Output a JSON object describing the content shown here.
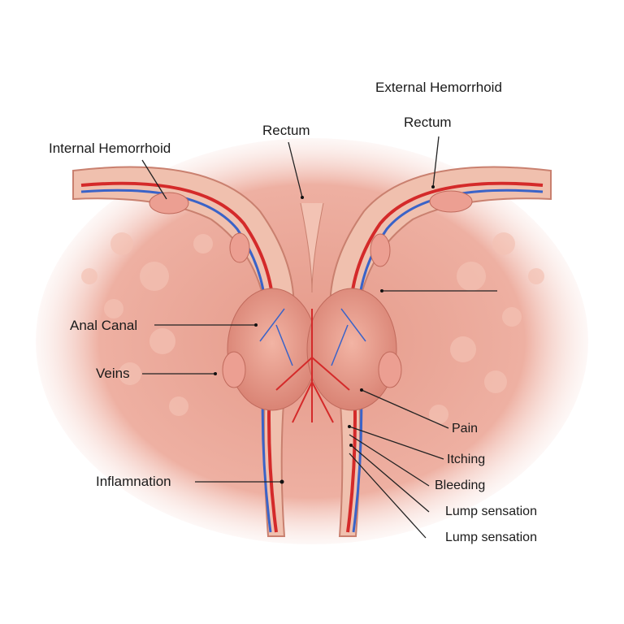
{
  "title": "External Hemorrhoid",
  "labels": {
    "rectum_center": "Rectum",
    "rectum_right": "Rectum",
    "internal_hemorrhoid": "Internal Hemorrhoid",
    "anal_canal": "Anal Canal",
    "veins": "Veins",
    "inflammation": "Inflamnation",
    "pain": "Pain",
    "itching": "Itching",
    "bleeding": "Bleeding",
    "lump_sensation_1": "Lump sensation",
    "lump_sensation_2": "Lump sensation"
  },
  "colors": {
    "tissue": "#e9a898",
    "wall": "#f0c0ae",
    "artery": "#d42a2a",
    "vein": "#3a63c8"
  }
}
